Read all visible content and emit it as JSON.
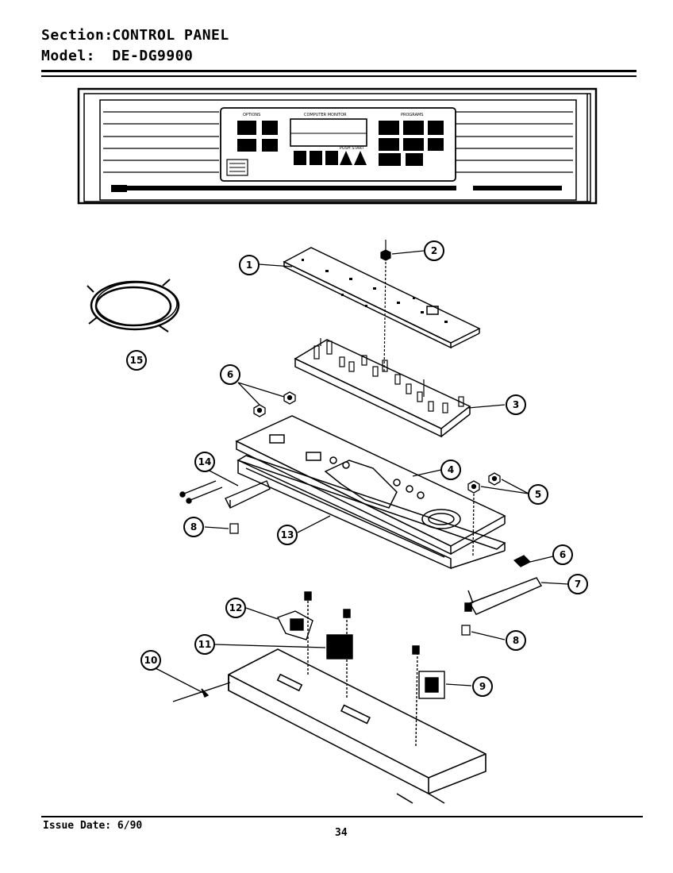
{
  "header": {
    "section_key": "Section:",
    "section_value": "CONTROL PANEL",
    "model_key": "Model:",
    "model_value": "DE-DG9900"
  },
  "footer": {
    "issue": "Issue Date: 6/90",
    "page": "34"
  },
  "callouts": [
    "1",
    "2",
    "3",
    "4",
    "5",
    "6",
    "6",
    "7",
    "8",
    "8",
    "9",
    "10",
    "11",
    "12",
    "13",
    "14",
    "15"
  ],
  "panel_labels": {
    "left_group": "OPTIONS",
    "center_group": "COMPUTER MONITOR",
    "right_group": "PROGRAMS",
    "start": "PUSH START"
  }
}
